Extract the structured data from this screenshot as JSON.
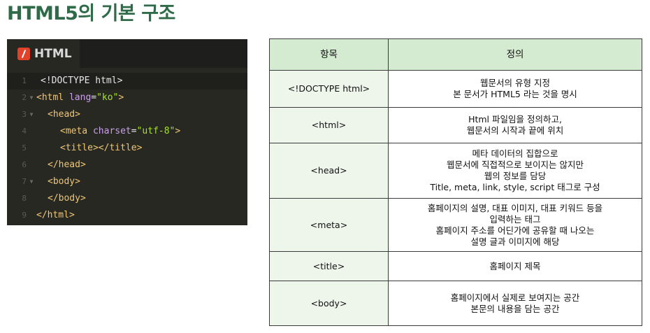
{
  "title": "HTML5의 기본 구조",
  "editor": {
    "tab_label": "HTML",
    "icon": "html-file-icon",
    "lines": [
      {
        "num": "1",
        "text": "<!DOCTYPE html>"
      },
      {
        "num": "2",
        "text": "<html lang=\"ko\">"
      },
      {
        "num": "3",
        "text": "<head>"
      },
      {
        "num": "4",
        "text": "<meta charset=\"utf-8\">"
      },
      {
        "num": "5",
        "text": "<title></title>"
      },
      {
        "num": "6",
        "text": "</head>"
      },
      {
        "num": "7",
        "text": "<body>"
      },
      {
        "num": "8",
        "text": "</body>"
      },
      {
        "num": "9",
        "text": "</html>"
      }
    ],
    "colors": {
      "background": "#272822",
      "tag": "#f0c674",
      "attr": "#c9a0e8",
      "string": "#a6e22e"
    }
  },
  "table": {
    "headers": [
      "항목",
      "정의"
    ],
    "rows": [
      {
        "term": "<!DOCTYPE html>",
        "def": [
          "웹문서의 유형 지정",
          "본 문서가 HTML5 라는 것을 명시"
        ]
      },
      {
        "term": "<html>",
        "def": [
          "Html 파일임을 정의하고,",
          "웹문서의 시작과 끝에 위치"
        ]
      },
      {
        "term": "<head>",
        "def": [
          "메타 데이터의 집합으로",
          "웹문서에 직접적으로 보이지는 않지만",
          "웹의 정보를 담당",
          "Title, meta, link, style, script 태그로 구성"
        ]
      },
      {
        "term": "<meta>",
        "def": [
          "홈페이지의 설명, 대표 이미지, 대표 키워드 등을",
          "입력하는 태그",
          "홈페이지 주소를 어딘가에 공유할 때 나오는",
          "설명 글과 이미지에 해당"
        ]
      },
      {
        "term": "<title>",
        "def": [
          "홈페이지 제목"
        ]
      },
      {
        "term": "<body>",
        "def": [
          "홈페이지에서 실제로 보여지는 공간",
          "본문의 내용을 담는 공간"
        ]
      }
    ],
    "colors": {
      "header_bg": "#d5ebd1",
      "term_bg": "#eef6ec",
      "title": "#2f6b48"
    }
  }
}
